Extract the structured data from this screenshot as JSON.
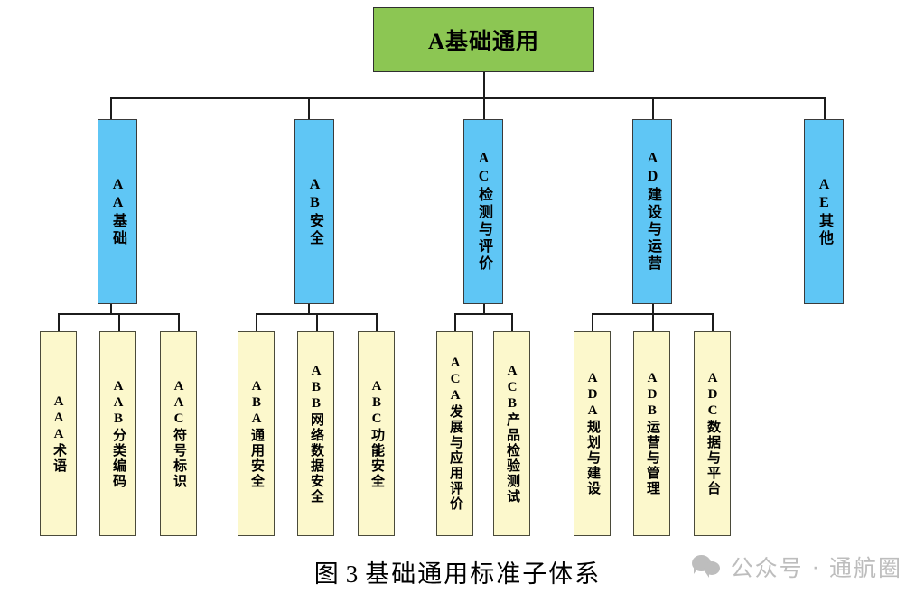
{
  "figure": {
    "caption_prefix": "图",
    "caption_number": "3",
    "caption_title": "基础通用标准子体系"
  },
  "colors": {
    "root_fill": "#8CC653",
    "level2_fill": "#5FC6F5",
    "level3_fill": "#FCF8CC",
    "line": "#1c1c1c",
    "border": "#3a3a3a",
    "watermark": "#bdbdbd",
    "background": "#ffffff"
  },
  "root": {
    "label": "A基础通用"
  },
  "branches": [
    {
      "label": "AA基础",
      "code": "AA",
      "name": "基础",
      "children": [
        {
          "label": "AAA术语",
          "code": "AAA",
          "name": "术语"
        },
        {
          "label": "AAB分类编码",
          "code": "AAB",
          "name": "分类编码"
        },
        {
          "label": "AAC符号标识",
          "code": "AAC",
          "name": "符号标识"
        }
      ]
    },
    {
      "label": "AB安全",
      "code": "AB",
      "name": "安全",
      "children": [
        {
          "label": "ABA通用安全",
          "code": "ABA",
          "name": "通用安全"
        },
        {
          "label": "ABB网络数据安全",
          "code": "ABB",
          "name": "网络数据安全"
        },
        {
          "label": "ABC功能安全",
          "code": "ABC",
          "name": "功能安全"
        }
      ]
    },
    {
      "label": "AC检测与评价",
      "code": "AC",
      "name": "检测与评价",
      "children": [
        {
          "label": "ACA发展与应用评价",
          "code": "ACA",
          "name": "发展与应用评价"
        },
        {
          "label": "ACB产品检验测试",
          "code": "ACB",
          "name": "产品检验测试"
        }
      ]
    },
    {
      "label": "AD建设与运营",
      "code": "AD",
      "name": "建设与运营",
      "children": [
        {
          "label": "ADA规划与建设",
          "code": "ADA",
          "name": "规划与建设"
        },
        {
          "label": "ADB运营与管理",
          "code": "ADB",
          "name": "运营与管理"
        },
        {
          "label": "ADC数据与平台",
          "code": "ADC",
          "name": "数据与平台"
        }
      ]
    },
    {
      "label": "AE其他",
      "code": "AE",
      "name": "其他",
      "children": []
    }
  ],
  "watermark": {
    "icon": "wechat-icon",
    "account_label": "公众号",
    "separator": "·",
    "account_name": "通航圈"
  }
}
